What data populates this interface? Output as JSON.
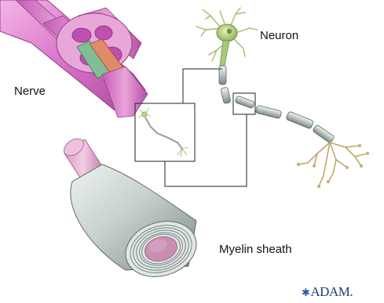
{
  "labels": {
    "neuron": "Neuron",
    "nerve": "Nerve",
    "myelin_sheath": "Myelin sheath"
  },
  "logo": {
    "text": "ADAM."
  },
  "colors": {
    "nerve_pink": "#d872c8",
    "nerve_dark": "#a8489a",
    "neuron_green": "#a9c97a",
    "myelin_gray": "#b9c3bf",
    "axon_core": "#c98fb2",
    "callout_line": "#222222",
    "logo_blue": "#1c3f7a"
  }
}
